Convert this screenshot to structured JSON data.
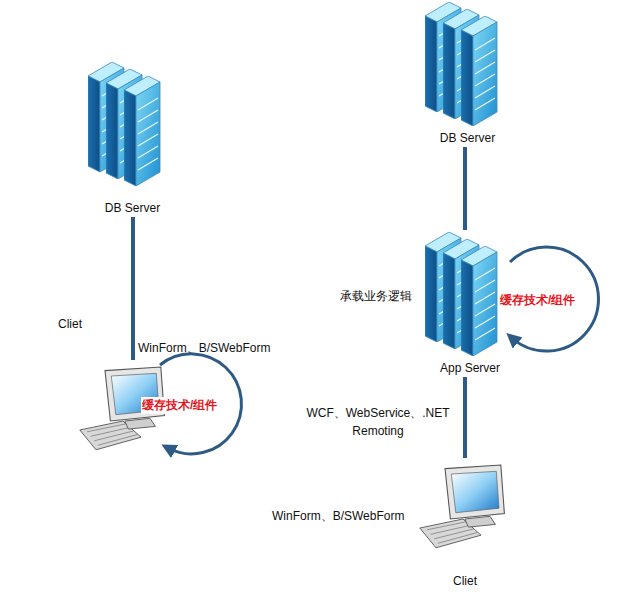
{
  "diagram": {
    "nodes": [
      {
        "text": [
          "DB Server"
        ]
      },
      {
        "text": [
          "Cliet"
        ]
      },
      {
        "text": [
          "DB Server"
        ]
      },
      {
        "text": [
          "App Server"
        ]
      },
      {
        "text": [
          "Cliet"
        ]
      }
    ],
    "edges": [
      {
        "from": 0,
        "to": 1,
        "arrow": "none"
      },
      {
        "from": 2,
        "to": 3,
        "arrow": "none"
      },
      {
        "from": 3,
        "to": 4,
        "arrow": "none"
      }
    ],
    "labels": [
      "WinForm、B/SWebForm",
      "缓存技术/组件",
      "承载业务逻辑",
      "缓存技术/组件",
      "WCF、WebService、.NET Remoting",
      "WinForm、B/SWebForm"
    ]
  }
}
